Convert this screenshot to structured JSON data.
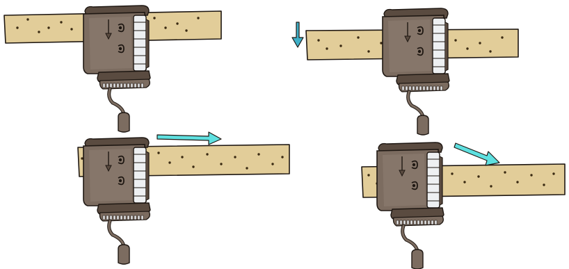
{
  "colors": {
    "background": "#ffffff",
    "tape": "#e2cd99",
    "tape_hole": "#3a2a12",
    "body": "#7c6c60",
    "body_dark": "#5a4b40",
    "body_light": "#9a8a7e",
    "comb": "#eef0f2",
    "arrow_down": "#3fb0c8",
    "arrow": "#5ee0e0",
    "outline": "#1e1712"
  },
  "panels": [
    {
      "id": "panel-1",
      "arrow_icon": "none",
      "punch_dots": [
        [
          25,
          40
        ],
        [
          40,
          28
        ],
        [
          56,
          46
        ],
        [
          70,
          40
        ],
        [
          88,
          32
        ],
        [
          103,
          42
        ],
        [
          222,
          26
        ],
        [
          238,
          40
        ],
        [
          255,
          34
        ],
        [
          268,
          44
        ],
        [
          285,
          26
        ]
      ]
    },
    {
      "id": "panel-2",
      "arrow_icon": "arrow-down-icon",
      "punch_dots": [
        [
          458,
          58
        ],
        [
          470,
          70
        ],
        [
          490,
          66
        ],
        [
          515,
          54
        ],
        [
          530,
          74
        ],
        [
          548,
          62
        ],
        [
          655,
          58
        ],
        [
          672,
          70
        ],
        [
          690,
          62
        ],
        [
          705,
          74
        ],
        [
          722,
          54
        ]
      ]
    },
    {
      "id": "panel-3",
      "arrow_icon": "arrow-right-icon",
      "punch_dots": [
        [
          118,
          228
        ],
        [
          130,
          240
        ],
        [
          228,
          220
        ],
        [
          244,
          234
        ],
        [
          262,
          226
        ],
        [
          278,
          240
        ],
        [
          298,
          222
        ],
        [
          318,
          236
        ],
        [
          338,
          226
        ],
        [
          355,
          242
        ],
        [
          372,
          222
        ],
        [
          392,
          236
        ],
        [
          406,
          226
        ]
      ]
    },
    {
      "id": "panel-4",
      "arrow_icon": "arrow-diagonal-icon",
      "punch_dots": [
        [
          530,
          252
        ],
        [
          542,
          264
        ],
        [
          650,
          250
        ],
        [
          668,
          262
        ],
        [
          688,
          254
        ],
        [
          706,
          268
        ],
        [
          726,
          248
        ],
        [
          744,
          262
        ],
        [
          764,
          252
        ],
        [
          782,
          266
        ],
        [
          796,
          250
        ]
      ]
    }
  ]
}
